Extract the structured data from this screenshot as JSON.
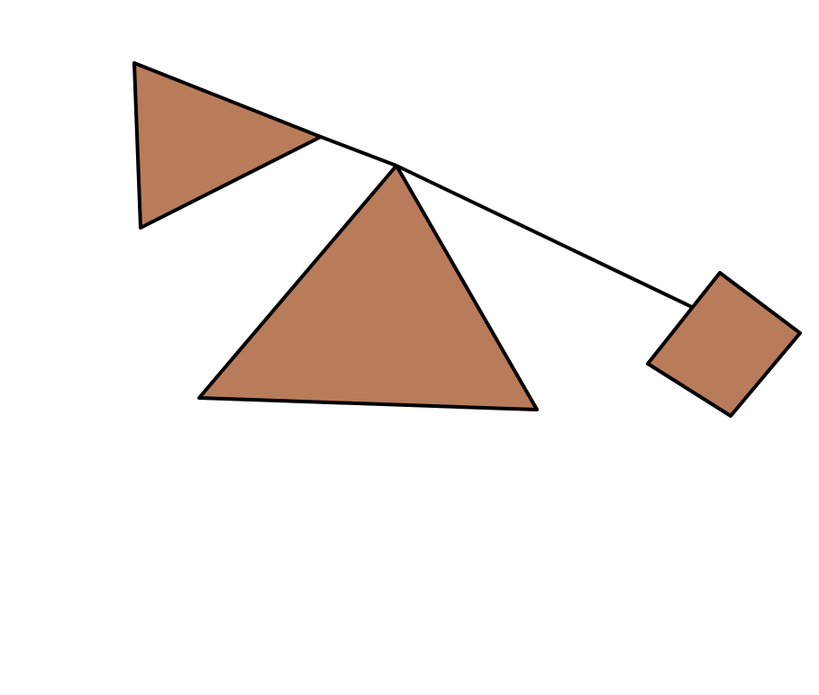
{
  "colors": {
    "background": "#ffffff",
    "shape_fill": "#b97c5b",
    "stroke": "#000000"
  },
  "shapes": [
    {
      "name": "left-triangle",
      "kind": "triangle"
    },
    {
      "name": "center-triangle",
      "kind": "triangle"
    },
    {
      "name": "right-square",
      "kind": "square"
    },
    {
      "name": "connecting-line",
      "kind": "line"
    }
  ]
}
